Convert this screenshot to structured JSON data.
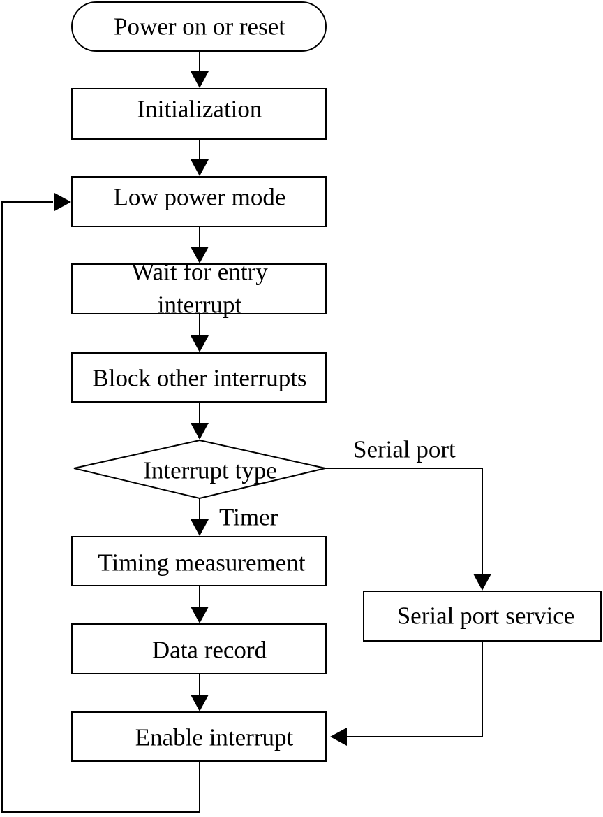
{
  "nodes": {
    "start": "Power on or reset",
    "init": "Initialization",
    "low_power": "Low power mode",
    "wait_line1": "Wait for entry",
    "wait_line2": "interrupt",
    "block": "Block other interrupts",
    "decision": "Interrupt type",
    "timing": "Timing measurement",
    "data_record": "Data record",
    "enable": "Enable interrupt",
    "serial_service": "Serial port service"
  },
  "edges": {
    "serial_label": "Serial port",
    "timer_label": "Timer"
  }
}
